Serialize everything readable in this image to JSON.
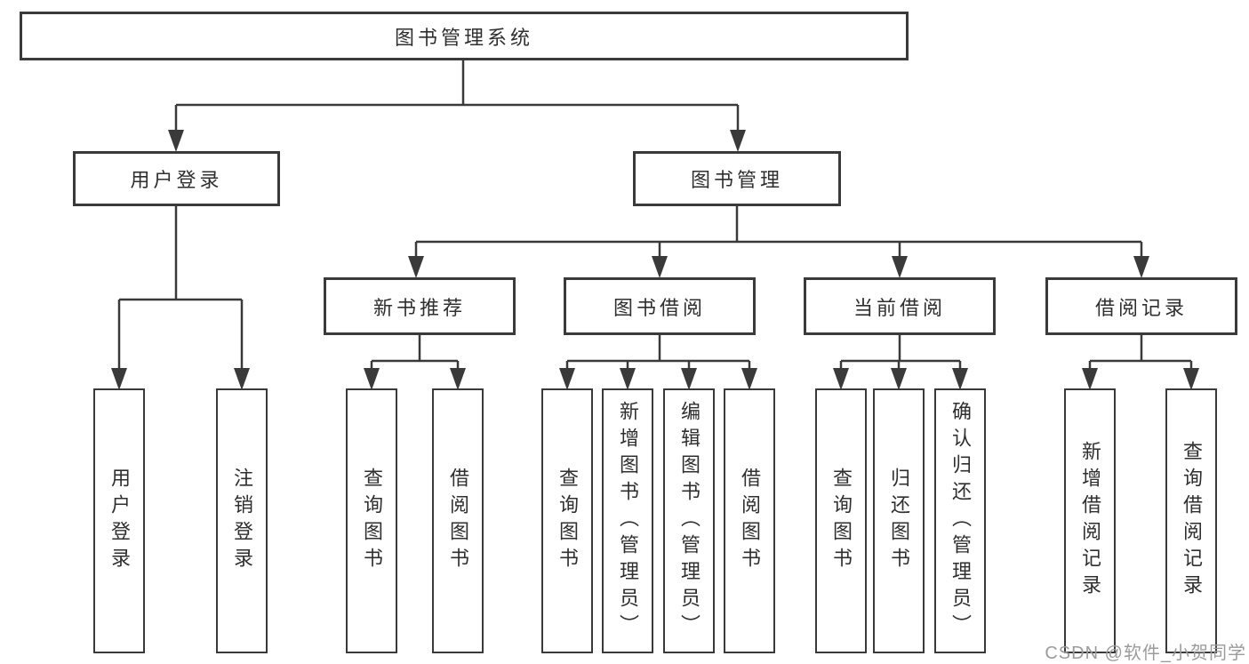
{
  "diagram_type": "hierarchy-tree",
  "colors": {
    "background": "#ffffff",
    "line": "#3a3a3a",
    "box_border": "#3a3a3a",
    "text": "#2f2f2f",
    "watermark": "#9b9b9b"
  },
  "tree": {
    "label": "图书管理系统",
    "children": [
      {
        "label": "用户登录",
        "children": [
          {
            "label": "用户登录"
          },
          {
            "label": "注销登录"
          }
        ]
      },
      {
        "label": "图书管理",
        "children": [
          {
            "label": "新书推荐",
            "children": [
              {
                "label": "查询图书"
              },
              {
                "label": "借阅图书"
              }
            ]
          },
          {
            "label": "图书借阅",
            "children": [
              {
                "label": "查询图书"
              },
              {
                "label": "新增图书（管理员）"
              },
              {
                "label": "编辑图书（管理员）"
              },
              {
                "label": "借阅图书"
              }
            ]
          },
          {
            "label": "当前借阅",
            "children": [
              {
                "label": "查询图书"
              },
              {
                "label": "归还图书"
              },
              {
                "label": "确认归还（管理员）"
              }
            ]
          },
          {
            "label": "借阅记录",
            "children": [
              {
                "label": "新增借阅记录"
              },
              {
                "label": "查询借阅记录"
              }
            ]
          }
        ]
      }
    ]
  },
  "watermark": {
    "text": "CSDN @软件_小贺同学"
  }
}
